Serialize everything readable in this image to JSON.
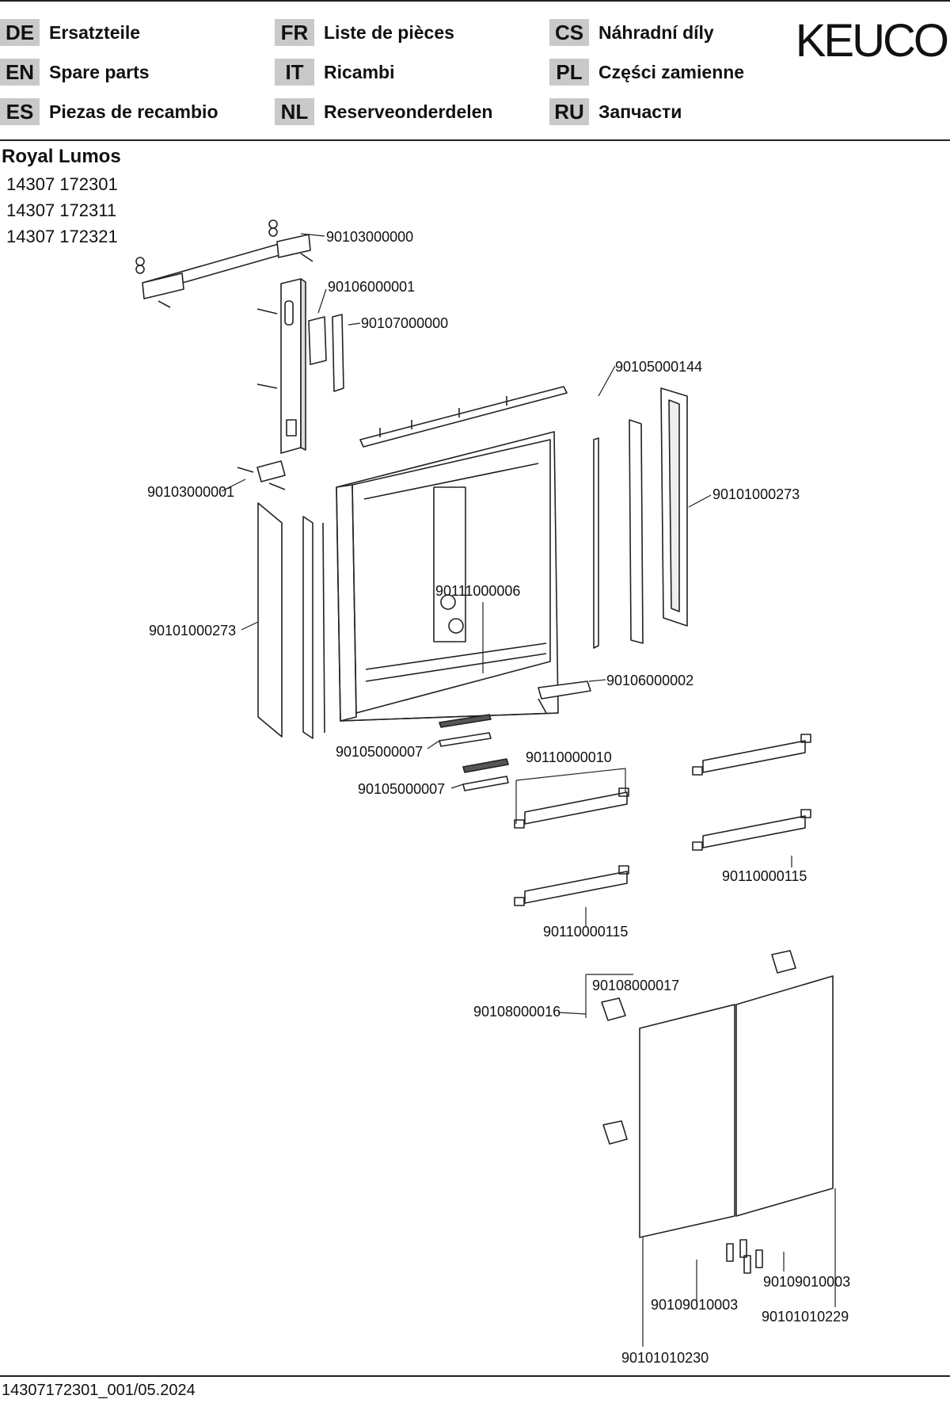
{
  "header": {
    "languages": [
      {
        "code": "DE",
        "label": "Ersatzteile"
      },
      {
        "code": "EN",
        "label": "Spare parts"
      },
      {
        "code": "ES",
        "label": "Piezas de recambio"
      },
      {
        "code": "FR",
        "label": "Liste de pièces"
      },
      {
        "code": "IT",
        "label": "Ricambi"
      },
      {
        "code": "NL",
        "label": "Reserveonderdelen"
      },
      {
        "code": "CS",
        "label": "Náhradní díly"
      },
      {
        "code": "PL",
        "label": "Części zamienne"
      },
      {
        "code": "RU",
        "label": "Запчасти"
      }
    ],
    "brand": "KEUCO"
  },
  "product": {
    "name": "Royal Lumos",
    "articles": [
      "14307 172301",
      "14307 172311",
      "14307 172321"
    ]
  },
  "parts": {
    "p1": "90103000000",
    "p2": "90106000001",
    "p3": "90107000000",
    "p4": "90105000144",
    "p5": "90101000273",
    "p6": "90103000001",
    "p7": "90101000273",
    "p8": "90111000006",
    "p9": "90106000002",
    "p10": "90105000007",
    "p11": "90110000010",
    "p12": "90105000007",
    "p13": "90110000115",
    "p14": "90110000115",
    "p15": "90108000017",
    "p16": "90108000016",
    "p17": "90109010003",
    "p18": "90109010003",
    "p19": "90101010229",
    "p20": "90101010230"
  },
  "footer": {
    "doc_id": "14307172301_001/05.2024"
  }
}
